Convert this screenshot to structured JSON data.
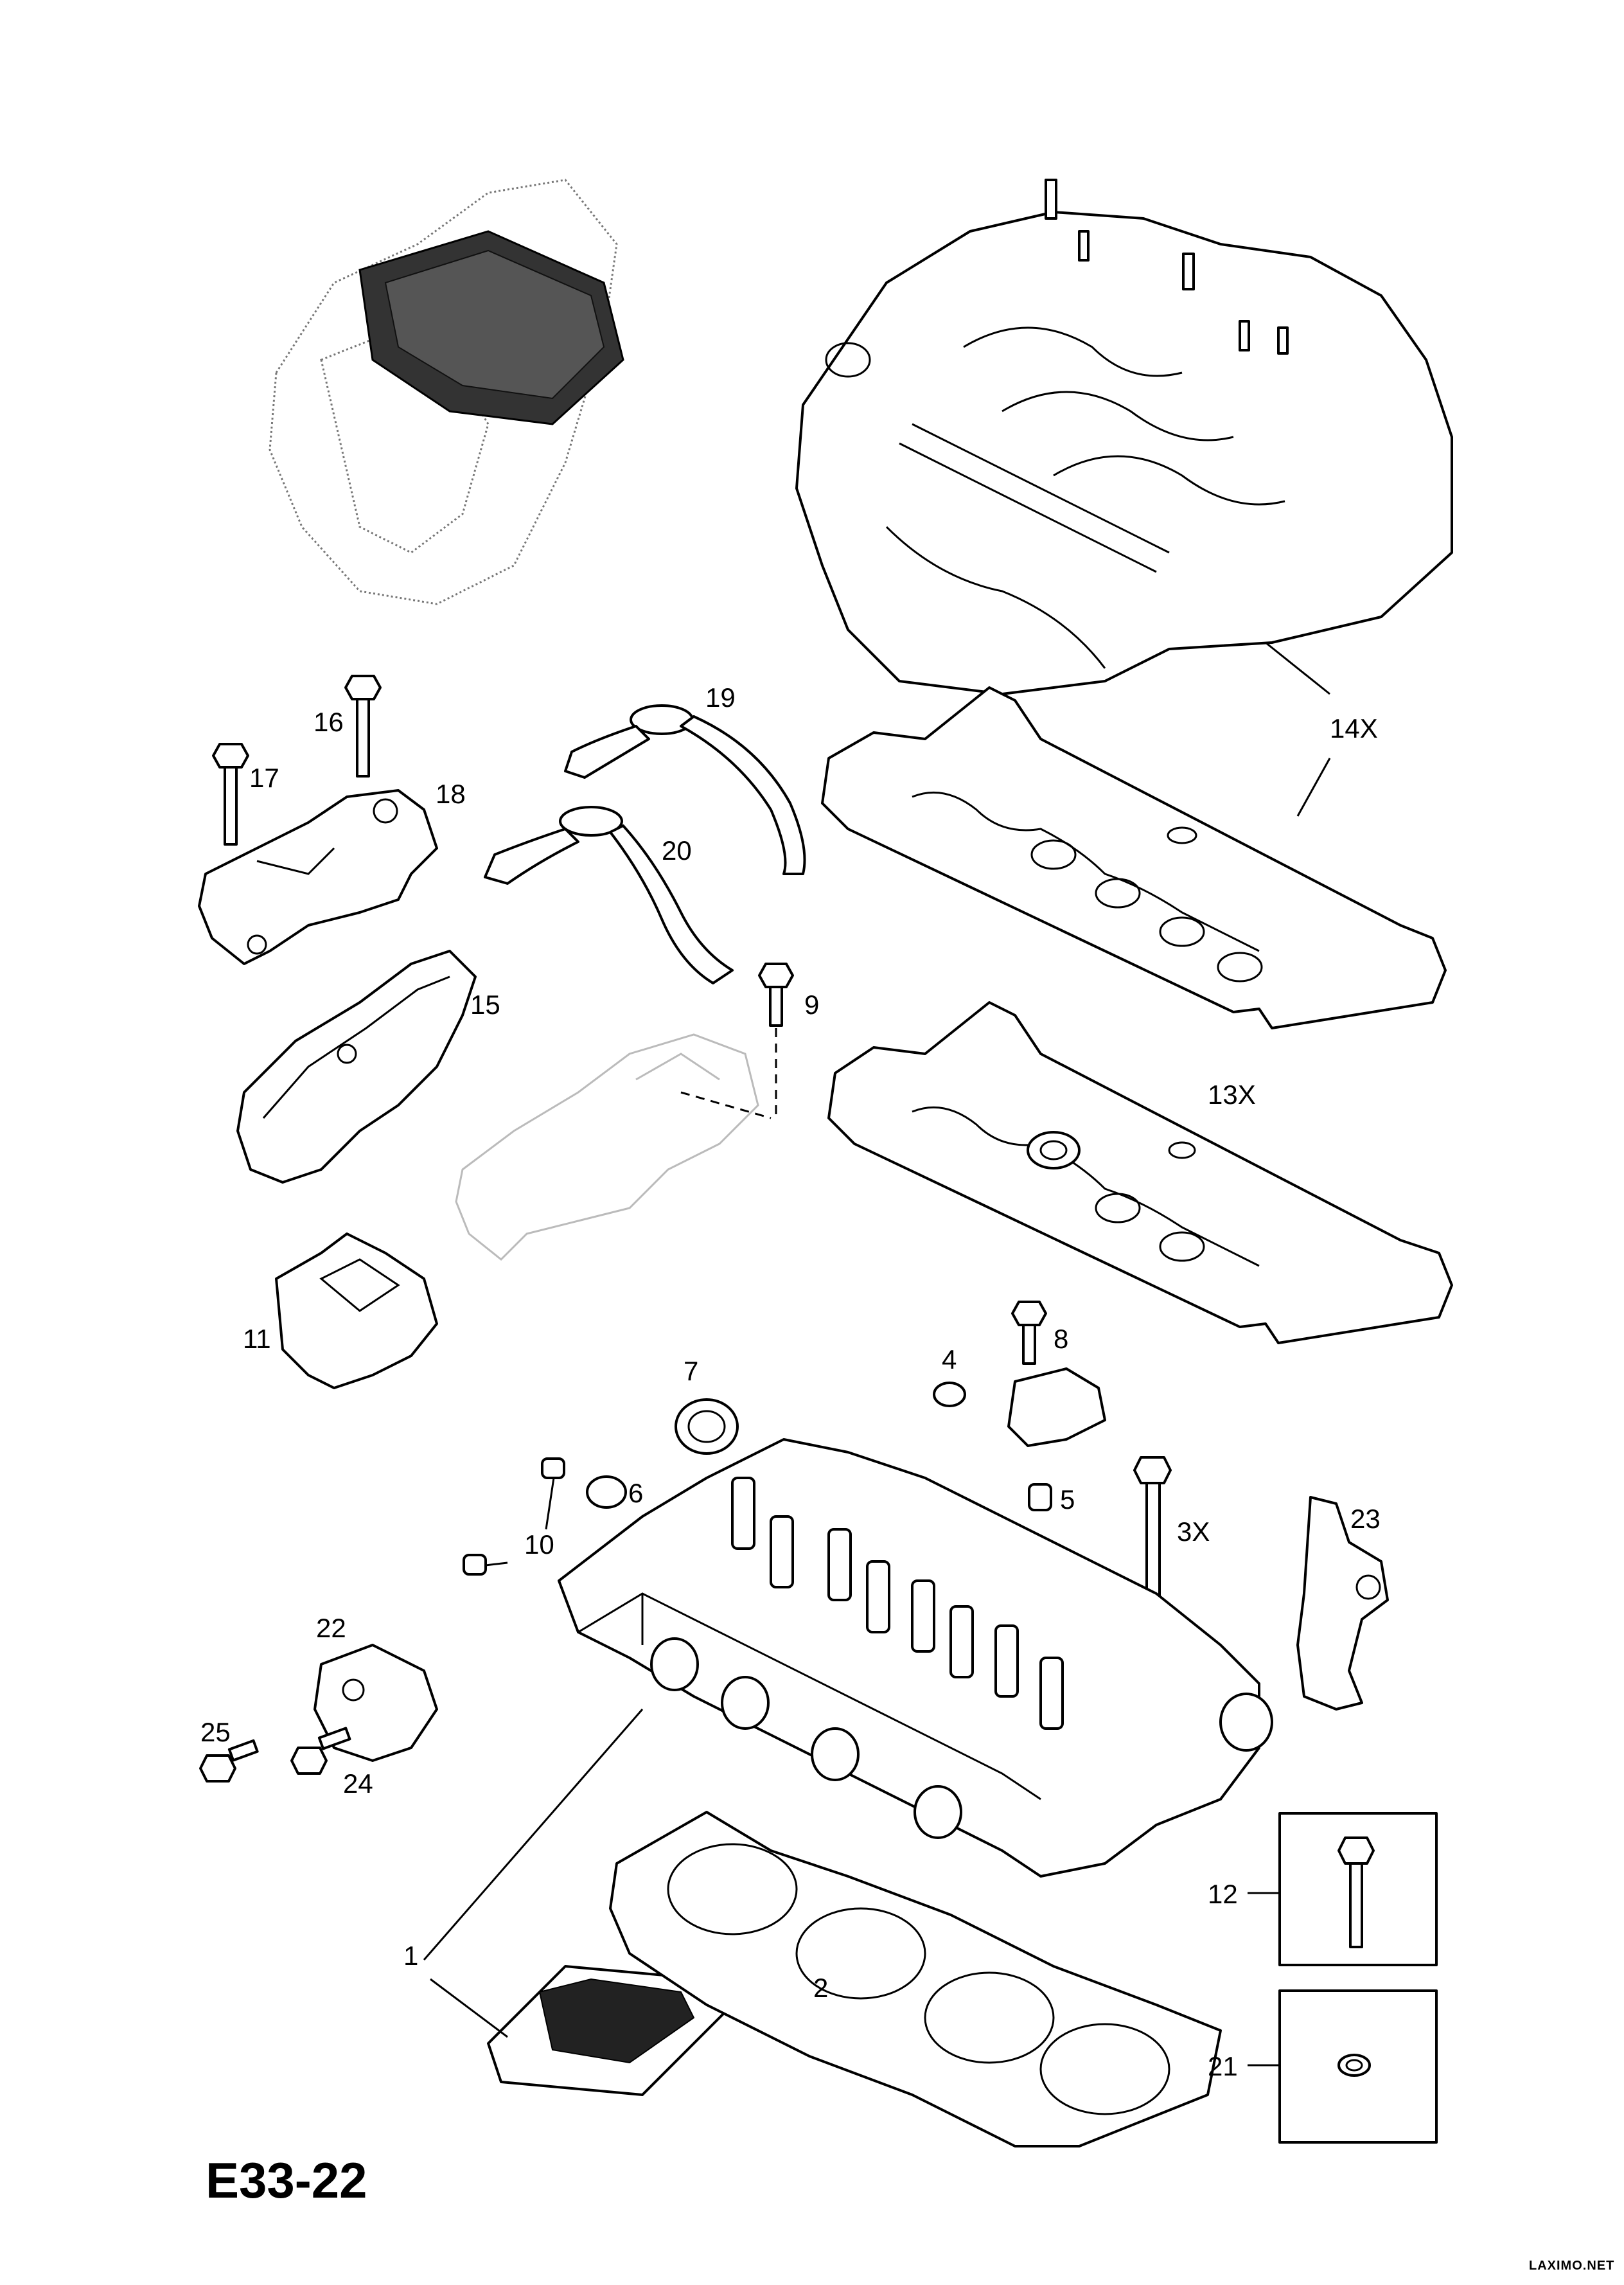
{
  "page_code": "E33-22",
  "watermark": "LAXIMO.NET",
  "callouts": {
    "c1": "1",
    "c2": "2",
    "c3": "3X",
    "c4": "4",
    "c5": "5",
    "c6": "6",
    "c7": "7",
    "c8": "8",
    "c9": "9",
    "c10": "10",
    "c11": "11",
    "c12": "12",
    "c13": "13X",
    "c14": "14X",
    "c15": "15",
    "c16": "16",
    "c17": "17",
    "c18": "18",
    "c19": "19",
    "c20": "20",
    "c21": "21",
    "c22": "22",
    "c23": "23",
    "c24": "24",
    "c25": "25"
  }
}
